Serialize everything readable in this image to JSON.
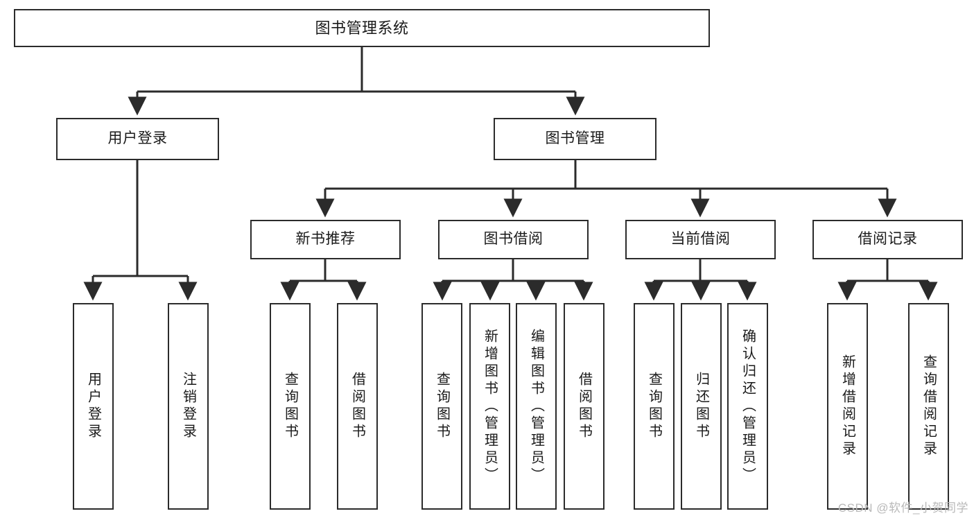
{
  "diagram": {
    "title": "图书管理系统",
    "watermark": "CSDN @软件_小贺同学",
    "type": "tree-hierarchy-chart",
    "colors": {
      "box_border": "#2b2b2b",
      "box_fill": "#ffffff",
      "connector": "#2b2b2b",
      "text": "#1a1a1a",
      "watermark": "#b9b9b9",
      "background": "#ffffff"
    },
    "levels": {
      "level0": [
        "图书管理系统"
      ],
      "level1": [
        "用户登录",
        "图书管理"
      ],
      "level2": [
        "新书推荐",
        "图书借阅",
        "当前借阅",
        "借阅记录"
      ],
      "level3": [
        "用户登录",
        "注销登录",
        "查询图书",
        "借阅图书",
        "查询图书",
        "新增图书（管理员）",
        "编辑图书（管理员）",
        "借阅图书",
        "查询图书",
        "归还图书",
        "确认归还（管理员）",
        "新增借阅记录",
        "查询借阅记录"
      ]
    },
    "nodes": {
      "root": {
        "label": "图书管理系统"
      },
      "user_login": {
        "label": "用户登录"
      },
      "book_manage": {
        "label": "图书管理"
      },
      "new_book_rec": {
        "label": "新书推荐"
      },
      "book_borrow": {
        "label": "图书借阅"
      },
      "current_borrow": {
        "label": "当前借阅"
      },
      "borrow_record": {
        "label": "借阅记录"
      },
      "leaf_user_login": {
        "label": "用户登录"
      },
      "leaf_user_logout": {
        "label": "注销登录"
      },
      "leaf_query_book_1": {
        "label": "查询图书"
      },
      "leaf_borrow_book_1": {
        "label": "借阅图书"
      },
      "leaf_query_book_2": {
        "label": "查询图书"
      },
      "leaf_add_book": {
        "label": "新增图书（管理员）"
      },
      "leaf_edit_book": {
        "label": "编辑图书（管理员）"
      },
      "leaf_borrow_book_2": {
        "label": "借阅图书"
      },
      "leaf_query_book_3": {
        "label": "查询图书"
      },
      "leaf_return_book": {
        "label": "归还图书"
      },
      "leaf_confirm_return": {
        "label": "确认归还（管理员）"
      },
      "leaf_add_record": {
        "label": "新增借阅记录"
      },
      "leaf_query_record": {
        "label": "查询借阅记录"
      }
    }
  }
}
